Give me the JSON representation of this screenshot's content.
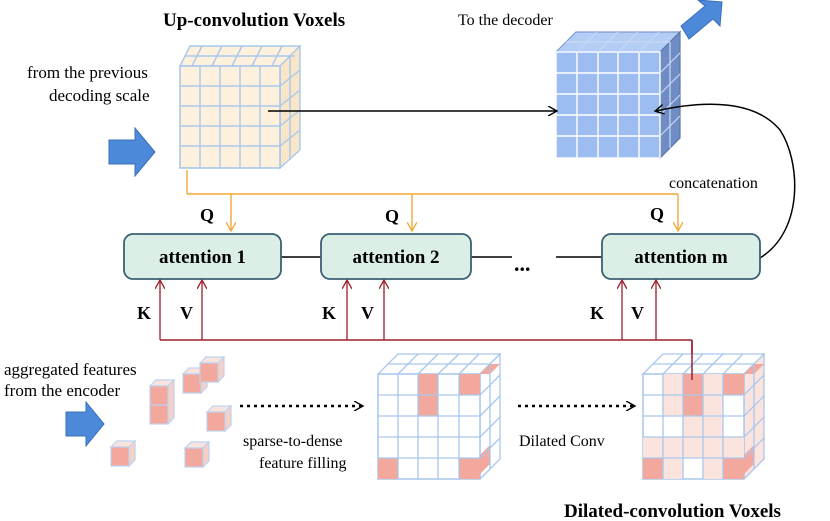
{
  "titles": {
    "upconv": "Up-convolution Voxels",
    "dilated": "Dilated-convolution Voxels"
  },
  "labels": {
    "to_decoder": "To the decoder",
    "prev_scale_line1": "from the previous",
    "prev_scale_line2": "decoding scale",
    "concatenation": "concatenation",
    "aggregated_line1": "aggregated features",
    "aggregated_line2": "from the encoder",
    "sparse_line1": "sparse-to-dense",
    "sparse_line2": "feature filling",
    "dilated_conv": "Dilated Conv",
    "ellipsis": "...",
    "q": "Q",
    "k": "K",
    "v": "V"
  },
  "attention_blocks": [
    "attention 1",
    "attention 2",
    "attention m"
  ],
  "colors": {
    "upconv_fill": "#fdf0dc",
    "upconv_grid": "#a9c7ee",
    "decoder_fill": "#9dbdf0",
    "decoder_side": "#6f8cc4",
    "attention_fill": "#dcefe7",
    "attention_border": "#3a6074",
    "query_line": "#f2a93b",
    "key_value_line": "#9e1f2c",
    "voxel_pink": "#f2a89c",
    "voxel_light_pink": "#fbe3de",
    "arrow_blue": "#4d89d9"
  }
}
